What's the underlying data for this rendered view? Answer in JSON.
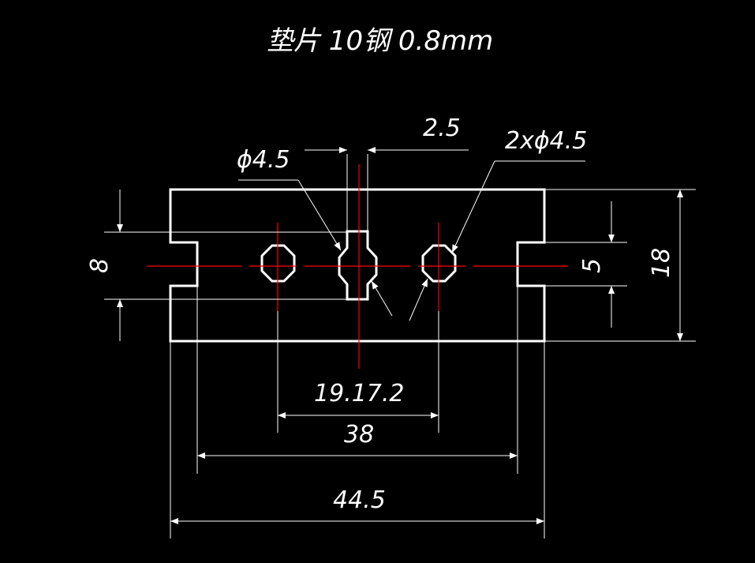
{
  "title": "垫片  10钢  0.8mm",
  "colors": {
    "background": "#000000",
    "outline": "#ffffff",
    "dimension": "#ffffff",
    "centerline": "#ff0000"
  },
  "dimensions": {
    "hole_center_diameter": "ϕ4.5",
    "slot_width": "2.5",
    "two_holes_diameter": "2xϕ4.5",
    "notch_height": "8",
    "tab_height": "5",
    "overall_height": "18",
    "hole_spacing_label": "19.17.2",
    "hole_spacing": "38",
    "overall_width": "44.5"
  }
}
